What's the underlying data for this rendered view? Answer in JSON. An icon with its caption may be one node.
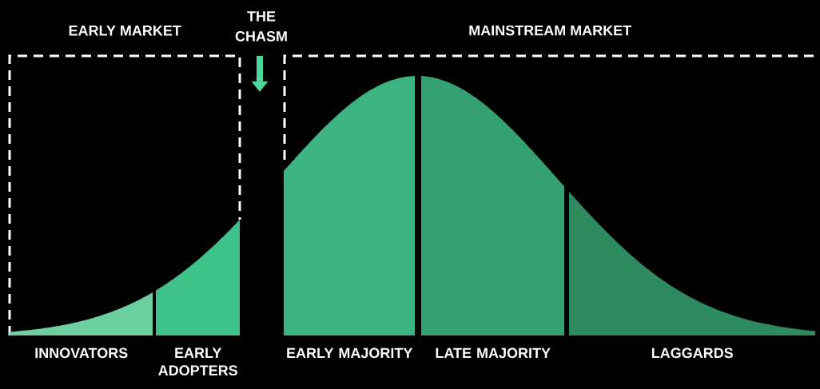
{
  "diagram": {
    "nodes": [
      {
        "text": [
          "EARLY MARKET"
        ]
      },
      {
        "text": [
          "INNOVATORS"
        ],
        "in": 0
      },
      {
        "text": [
          "EARLY ADOPTERS"
        ],
        "in": 0
      },
      {
        "text": [
          "MAINSTREAM MARKET"
        ]
      },
      {
        "text": [
          "EARLY MAJORITY"
        ]
      },
      {
        "text": [
          "LATE MAJORITY"
        ]
      },
      {
        "text": [
          "LAGGARDS"
        ]
      }
    ],
    "labels": [
      "THE CHASM"
    ]
  }
}
